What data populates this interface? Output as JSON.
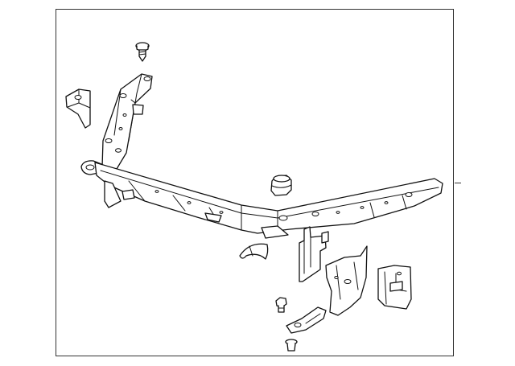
{
  "diagram": {
    "type": "exploded-parts-diagram",
    "colors": {
      "line": "#111111",
      "frame": "#333333",
      "background": "#ffffff"
    },
    "parts": [
      {
        "name": "screw",
        "icon": "screw-icon"
      },
      {
        "name": "left-mount-bracket",
        "icon": "bracket-icon"
      },
      {
        "name": "radiator-support-upper-tie-bar",
        "icon": "tie-bar-icon"
      },
      {
        "name": "rubber-insulator",
        "icon": "insulator-icon"
      },
      {
        "name": "curved-clip",
        "icon": "clip-icon"
      },
      {
        "name": "center-support-bracket",
        "icon": "bracket-icon"
      },
      {
        "name": "latch-support-bracket",
        "icon": "bracket-icon"
      },
      {
        "name": "right-side-bracket",
        "icon": "bracket-icon"
      },
      {
        "name": "bolt",
        "icon": "bolt-icon"
      },
      {
        "name": "small-plate",
        "icon": "plate-icon"
      },
      {
        "name": "push-pin",
        "icon": "pin-icon"
      }
    ]
  }
}
